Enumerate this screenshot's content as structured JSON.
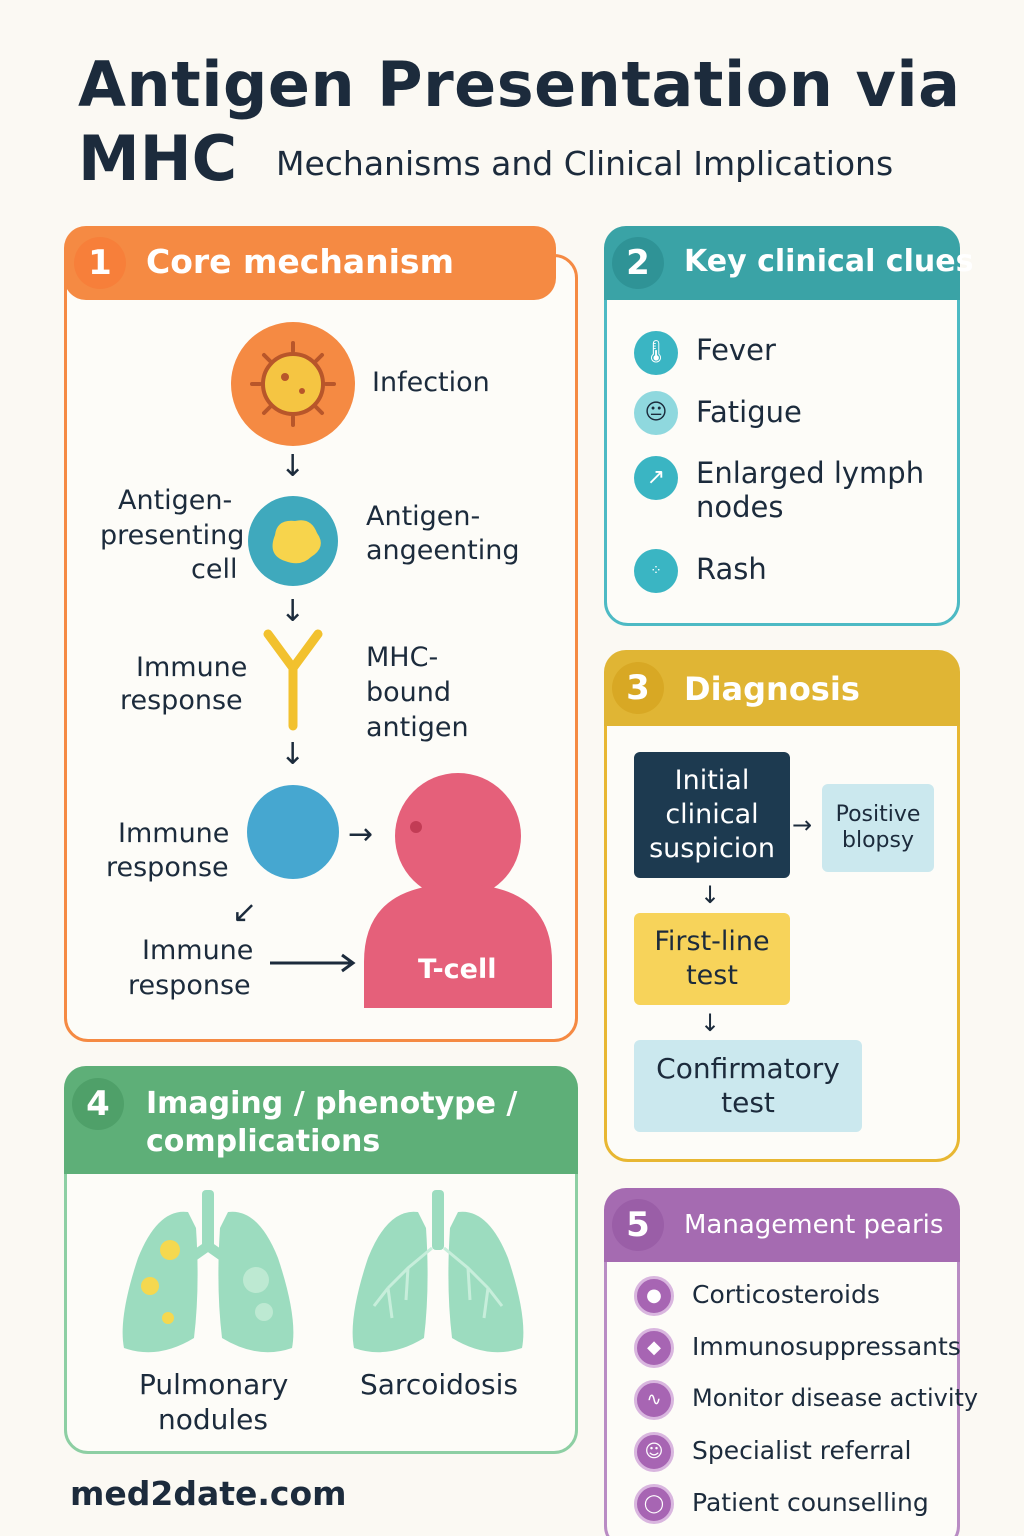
{
  "header": {
    "title_line1": "Antigen Presentation via",
    "title_line2": "MHC",
    "subtitle": "Mechanisms and Clinical Implications"
  },
  "panel1": {
    "number": "1",
    "title": "Core mechanism",
    "color": "#f58a43",
    "labels": {
      "infection": "Infection",
      "apc_left": [
        "Antigen-",
        "presenting",
        "cell"
      ],
      "apc_right": [
        "Antigen-",
        "angeenting"
      ],
      "immune1": [
        "Immune",
        "response"
      ],
      "mhc": [
        "MHC-",
        "bound",
        "antigen"
      ],
      "immune2": [
        "Immune",
        "response"
      ],
      "immune3": [
        "Immune",
        "response"
      ],
      "tcell": "T-cell"
    }
  },
  "panel2": {
    "number": "2",
    "title": "Key clinical clues",
    "color": "#3aa3a6",
    "items": [
      {
        "icon": "thermometer-icon",
        "label": "Fever"
      },
      {
        "icon": "tired-face-icon",
        "label": "Fatigue"
      },
      {
        "icon": "lymph-node-icon",
        "label_lines": [
          "Enlarged lymph",
          "nodes"
        ]
      },
      {
        "icon": "rash-dots-icon",
        "label": "Rash"
      }
    ]
  },
  "panel3": {
    "number": "3",
    "title": "Diagnosis",
    "color": "#e0b534",
    "initial": [
      "Initial",
      "clinical",
      "suspicion"
    ],
    "positive": [
      "Positive",
      "blopsy"
    ],
    "firstline": [
      "First-line",
      "test"
    ],
    "confirmatory": [
      "Confirmatory",
      "test"
    ]
  },
  "panel4": {
    "number": "4",
    "title_lines": [
      "Imaging / phenotype /",
      "complications"
    ],
    "color": "#5eaf78",
    "left_label": [
      "Pulmonary",
      "nodules"
    ],
    "right_label": "Sarcoidosis"
  },
  "panel5": {
    "number": "5",
    "title": "Management pearis",
    "color": "#a56bb1",
    "items": [
      {
        "icon": "pill-icon",
        "label": "Corticosteroids"
      },
      {
        "icon": "capsule-icon",
        "label": "Immunosuppressants"
      },
      {
        "icon": "heartbeat-icon",
        "label": "Monitor disease activity"
      },
      {
        "icon": "doctor-icon",
        "label": "Specialist referral"
      },
      {
        "icon": "chat-bubble-icon",
        "label": "Patient counselling"
      }
    ]
  },
  "footer": {
    "site": "med2date.com"
  }
}
